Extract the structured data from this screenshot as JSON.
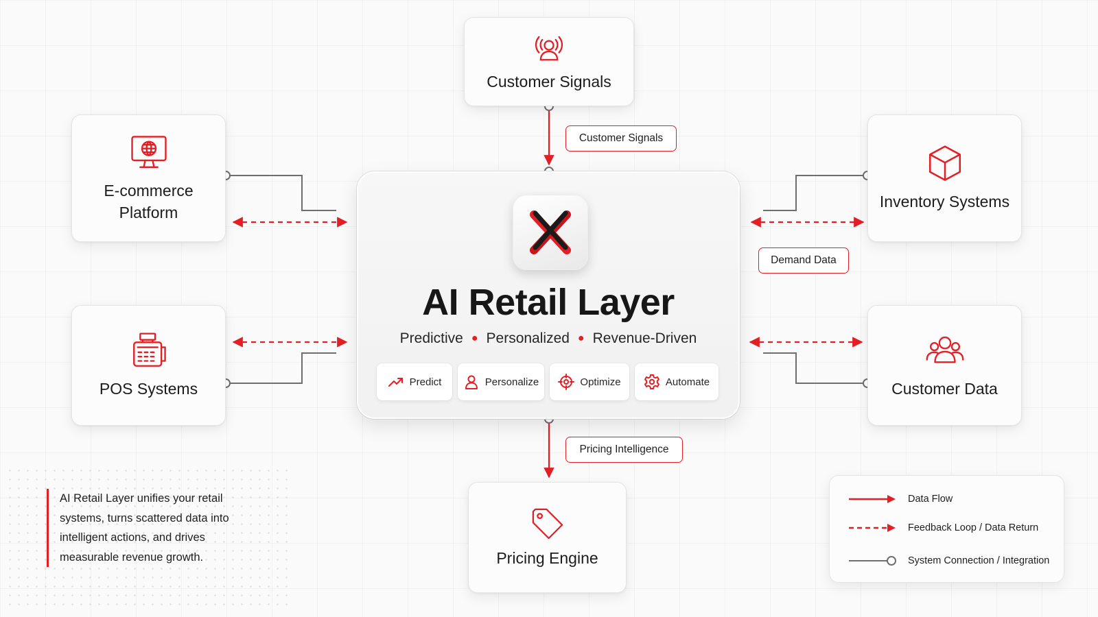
{
  "hub": {
    "title": "AI Retail Layer",
    "subtitle": [
      "Predictive",
      "Personalized",
      "Revenue-Driven"
    ],
    "actions": [
      {
        "label": "Predict",
        "icon": "trend-up-icon"
      },
      {
        "label": "Personalize",
        "icon": "user-icon"
      },
      {
        "label": "Optimize",
        "icon": "target-icon"
      },
      {
        "label": "Automate",
        "icon": "gear-icon"
      }
    ]
  },
  "nodes": {
    "customer_signals": {
      "label": "Customer Signals",
      "icon": "broadcasting-user-icon"
    },
    "ecommerce": {
      "label": "E-commerce Platform",
      "icon": "globe-monitor-icon"
    },
    "pos": {
      "label": "POS Systems",
      "icon": "cash-register-icon"
    },
    "inventory": {
      "label": "Inventory Systems",
      "icon": "cube-icon"
    },
    "customer_data": {
      "label": "Customer Data",
      "icon": "users-icon"
    },
    "pricing": {
      "label": "Pricing Engine",
      "icon": "price-tag-icon"
    }
  },
  "flow_labels": {
    "customer_signals": "Customer Signals",
    "demand": "Demand Data",
    "pricing": "Pricing Intelligence"
  },
  "description": "AI Retail Layer unifies your retail systems, turns scattered data into intelligent actions, and drives measurable revenue growth.",
  "legend": [
    {
      "style": "solid-arrow",
      "label": "Data Flow"
    },
    {
      "style": "dashed-arrow",
      "label": "Feedback Loop / Data Return"
    },
    {
      "style": "line-circle",
      "label": "System Connection / Integration"
    }
  ],
  "colors": {
    "accent": "#e31e24",
    "connector": "#6e6e6e",
    "text": "#1a1a1a"
  }
}
